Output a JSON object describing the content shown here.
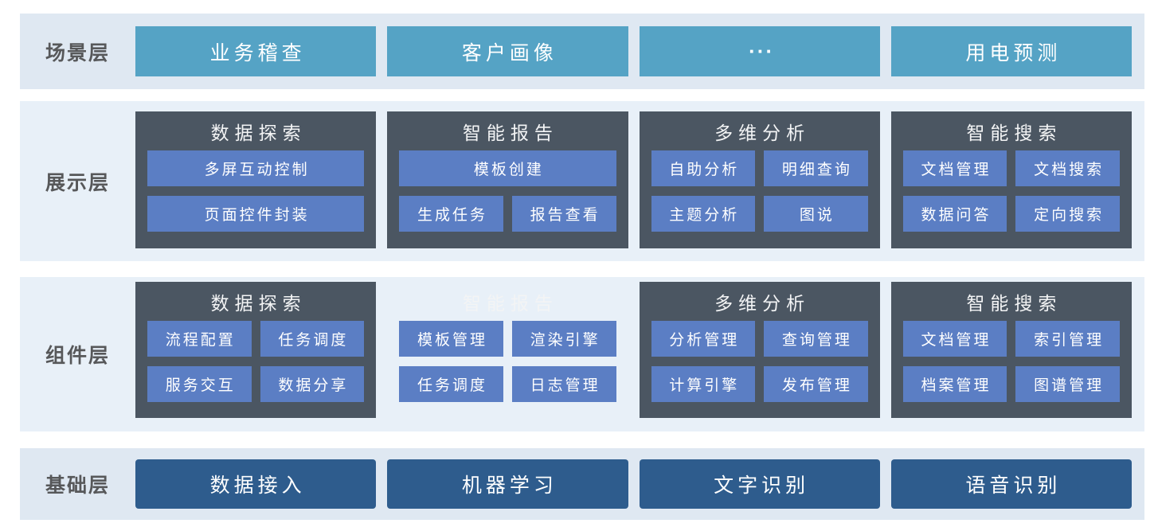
{
  "colors": {
    "row_bg_outer": "#dfe8f2",
    "row_bg_inner": "#e8f0f8",
    "scenario_button": "#55a3c5",
    "panel": "#4b5662",
    "sub_button": "#5b7ec4",
    "foundation_button": "#2e5c8d",
    "label_text": "#57585a",
    "button_text": "#ffffff"
  },
  "layers": [
    {
      "id": "scenario",
      "label": "场景层",
      "buttons": [
        "业务稽查",
        "客户画像",
        "···",
        "用电预测"
      ]
    },
    {
      "id": "presentation",
      "label": "展示层",
      "cards": [
        {
          "title": "数据探索",
          "panel": true,
          "rows": [
            [
              "多屏互动控制"
            ],
            [
              "页面控件封装"
            ]
          ]
        },
        {
          "title": "智能报告",
          "panel": true,
          "rows": [
            [
              "模板创建"
            ],
            [
              "生成任务",
              "报告查看"
            ]
          ]
        },
        {
          "title": "多维分析",
          "panel": true,
          "rows": [
            [
              "自助分析",
              "明细查询"
            ],
            [
              "主题分析",
              "图说"
            ]
          ]
        },
        {
          "title": "智能搜索",
          "panel": true,
          "rows": [
            [
              "文档管理",
              "文档搜索"
            ],
            [
              "数据问答",
              "定向搜索"
            ]
          ]
        }
      ]
    },
    {
      "id": "component",
      "label": "组件层",
      "cards": [
        {
          "title": "数据探索",
          "panel": true,
          "rows": [
            [
              "流程配置",
              "任务调度"
            ],
            [
              "服务交互",
              "数据分享"
            ]
          ]
        },
        {
          "title": "智能报告",
          "panel": false,
          "rows": [
            [
              "模板管理",
              "渲染引擎"
            ],
            [
              "任务调度",
              "日志管理"
            ]
          ]
        },
        {
          "title": "多维分析",
          "panel": true,
          "rows": [
            [
              "分析管理",
              "查询管理"
            ],
            [
              "计算引擎",
              "发布管理"
            ]
          ]
        },
        {
          "title": "智能搜索",
          "panel": true,
          "rows": [
            [
              "文档管理",
              "索引管理"
            ],
            [
              "档案管理",
              "图谱管理"
            ]
          ]
        }
      ]
    },
    {
      "id": "foundation",
      "label": "基础层",
      "buttons": [
        "数据接入",
        "机器学习",
        "文字识别",
        "语音识别"
      ]
    }
  ]
}
